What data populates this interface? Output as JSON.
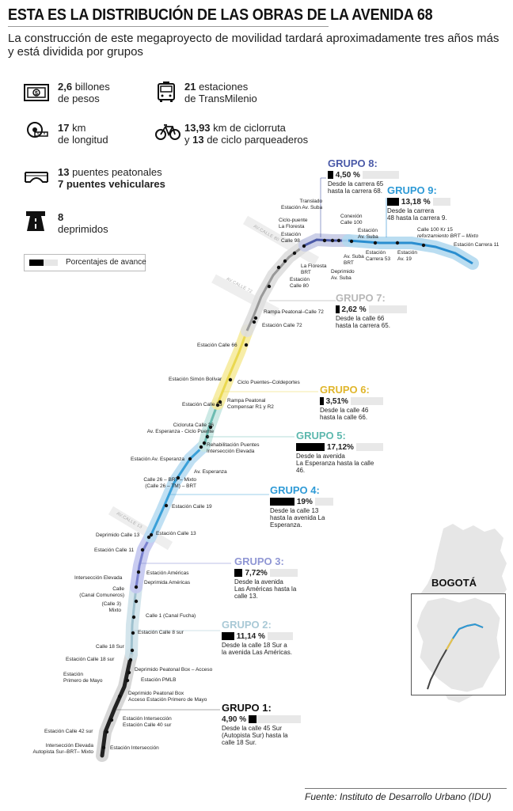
{
  "title": "ESTA ES LA DISTRIBUCIÓN DE LAS OBRAS DE LA AVENIDA 68",
  "subtitle": "La construcción de este megaproyecto de movilidad tardará aproximadamente tres años más y está dividida por grupos",
  "stats": {
    "cost_value": "2,6",
    "cost_text": " billones",
    "cost_text2": "de pesos",
    "length_value": "17",
    "length_text": " km",
    "length_text2": "de longitud",
    "stations_value": "21",
    "stations_text": " estaciones",
    "stations_text2": "de TransMilenio",
    "bike_value": "13,93",
    "bike_text": " km de ciclorruta",
    "bike_text2a": "y ",
    "bike_value2": "13",
    "bike_text2b": " de ciclo parqueaderos",
    "bridges_value": "13",
    "bridges_text": " puentes peatonales",
    "bridges_value2": "7",
    "bridges_text2": " puentes vehiculares",
    "dep_value": "8",
    "dep_text": "deprimidos"
  },
  "icons": {
    "money": "money-icon",
    "tape": "measuring-tape-icon",
    "bus": "bus-icon",
    "bike": "bicycle-icon",
    "bridge": "bridge-icon",
    "road": "road-icon"
  },
  "legend": {
    "label": "Porcentajes de avance"
  },
  "groups": [
    {
      "name": "GRUPO 1:",
      "pct_label": "4,90 %",
      "pct": 4.9,
      "desc1": "Desde la calle 45 Sur",
      "desc2": "(Autopista Sur) hasta la calle 18 Sur.",
      "color": "#222222"
    },
    {
      "name": "GRUPO 2:",
      "pct_label": "11,14 %",
      "pct": 11.14,
      "desc1": "Desde la calle 18 Sur a",
      "desc2": "la avenida Las Américas.",
      "color": "#a9c9d6"
    },
    {
      "name": "GRUPO 3:",
      "pct_label": "7,72%",
      "pct": 7.72,
      "desc1": "Desde la avenida",
      "desc2": "Las Américas hasta la calle 13.",
      "color": "#8f96d4"
    },
    {
      "name": "GRUPO 4:",
      "pct_label": "19%",
      "pct": 19,
      "desc1": "Desde la calle 13",
      "desc2": "hasta la avenida La Esperanza.",
      "color": "#45a9dd"
    },
    {
      "name": "GRUPO 5:",
      "pct_label": "17,12%",
      "pct": 17.12,
      "desc1": "Desde la avenida",
      "desc2": "La Esperanza hasta la calle 46.",
      "color": "#79c5bd"
    },
    {
      "name": "GRUPO 6:",
      "pct_label": "3,51%",
      "pct": 3.51,
      "desc1": "Desde la calle 46",
      "desc2": "hasta la calle 66.",
      "color": "#e8c54a"
    },
    {
      "name": "GRUPO 7:",
      "pct_label": "2,62 %",
      "pct": 2.62,
      "desc1": "Desde la calle 66",
      "desc2": "hasta la carrera 65.",
      "color": "#c4c4c4"
    },
    {
      "name": "GRUPO 8:",
      "pct_label": "4,50 %",
      "pct": 4.5,
      "desc1": "Desde la carrera 65",
      "desc2": "hasta la carrera 68.",
      "color": "#4b5aa8"
    },
    {
      "name": "GRUPO 9:",
      "pct_label": "13,18 %",
      "pct": 13.18,
      "desc1": "Desde la carrera",
      "desc2": "48 hasta la carrera 9.",
      "color": "#2e9ad6"
    }
  ],
  "labels": {
    "l1": "Estación Carrera 11",
    "l2": "Calle 100 Kr 15",
    "l3": "reforzamiento BRT – Mixto",
    "l4": "Estación",
    "l5": "Av. 19",
    "l6": "Estación",
    "l7": "Carrera 53",
    "l8": "Estación",
    "l9": "Av. Suba",
    "l10": "Conexión",
    "l11": "Calle 100",
    "l12": "Av. Suba",
    "l13": "BRT",
    "l14": "Deprimido",
    "l15": "Av. Suba",
    "l16": "Translado",
    "l17": "Estación Av. Suba",
    "l18": "Ciclo-puente",
    "l19": "La Floresta",
    "l20": "Estación",
    "l21": "Calle 98",
    "l22": "La Floresta",
    "l23": "BRT",
    "l24": "Estación",
    "l25": "Calle 80",
    "l26": "Rampa Peatonal–Calle 72",
    "l27": "Estación Calle 72",
    "l28": "Estación Calle 66",
    "l29": "Estación Simón Bolívar",
    "l30": "Ciclo Puentes–Coldeportes",
    "l31": "Estación Calle 53",
    "l32": "Rampa Peatonal",
    "l33": "Compensar R1 y R2",
    "l34": "Cicloruta Calle 26",
    "l35": "Av. Esperanza - Ciclo Puente",
    "l36": "Rehabilitación Puentes",
    "l37": "Intersección Elevada",
    "l38": "Estación Av. Esperanza",
    "l39": "Av. Esperanza",
    "l40": "Calle 26 – BRT – Mixto",
    "l41": "(Calle 26 – TM) – BRT",
    "l42": "Estación Calle 19",
    "l43": "Deprimido Calle 13",
    "l44": "Estación Calle 13",
    "l45": "Estación Calle 11",
    "l46": "Estación Américas",
    "l47": "Intersección Elevada",
    "l48": "Deprimida Américas",
    "l49": "Calle",
    "l50": "(Canal Comuneros)",
    "l51": "(Calle 3)",
    "l52": "Mixto",
    "l53": "Calle 1 (Canal Fucha)",
    "l54": "Estación Calle 8 sur",
    "l55": "Calle 18 Sur",
    "l56": "Estación Calle 18 sur",
    "l57": "Deprimido Peatonal Box – Acceso",
    "l58": "Estación",
    "l59": "Primero de Mayo",
    "l60": "Estación PMLB",
    "l61": "Deprimido Peatonal Box",
    "l62": "Acceso Estación Primero de Mayo",
    "l63": "Estación Intersección",
    "l64": "Estación Calle 40 sur",
    "l65": "Estación Calle 42 sur",
    "l66": "Intersección Elevada",
    "l67": "Autopista Sur–BRT– Mixto",
    "l68": "Estación Intersección"
  },
  "roads": {
    "r1": "AV.CALLE 80",
    "r2": "AV.CALLE 72",
    "r3": "AV.CALLE 13"
  },
  "inset": {
    "label": "BOGOTÁ"
  },
  "source": "Fuente: Instituto de Desarrollo Urbano (IDU)"
}
